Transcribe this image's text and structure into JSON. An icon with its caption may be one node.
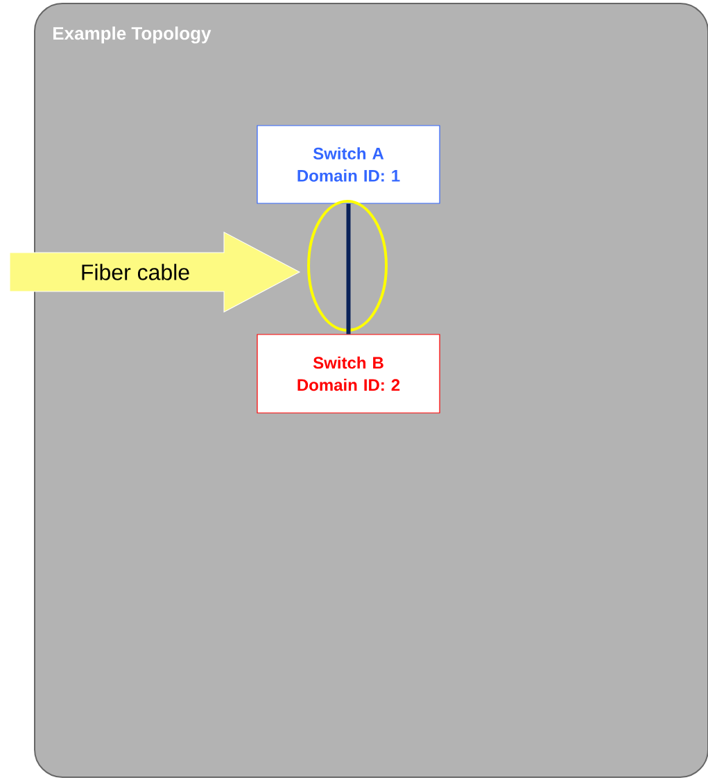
{
  "diagram": {
    "nodes": [
      {
        "text": [
          "Example Topology"
        ]
      },
      {
        "text": [
          "Switch A Domain ID: 1"
        ],
        "in": 0
      },
      {
        "text": [
          "Switch B Domain ID: 2"
        ],
        "in": 0
      },
      {
        "text": [
          "Fiber cable"
        ]
      }
    ],
    "edges": [
      {
        "from": 1,
        "to": 2,
        "arrow": "none"
      }
    ]
  }
}
